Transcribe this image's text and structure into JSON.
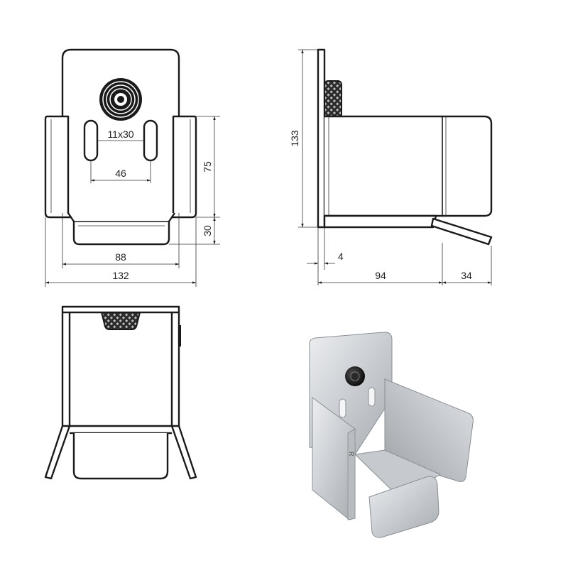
{
  "dimensions": {
    "slot": "11x30",
    "slot_spacing": "46",
    "side_height": "75",
    "lower_height": "30",
    "inner_width": "88",
    "overall_width": "132",
    "overall_height": "133",
    "plate_thickness": "4",
    "depth": "94",
    "flap": "34"
  },
  "colors": {
    "line": "#1a1a1a",
    "background": "#ffffff",
    "steel_light": "#d9dcdf",
    "steel_dark": "#9ea3a8"
  }
}
